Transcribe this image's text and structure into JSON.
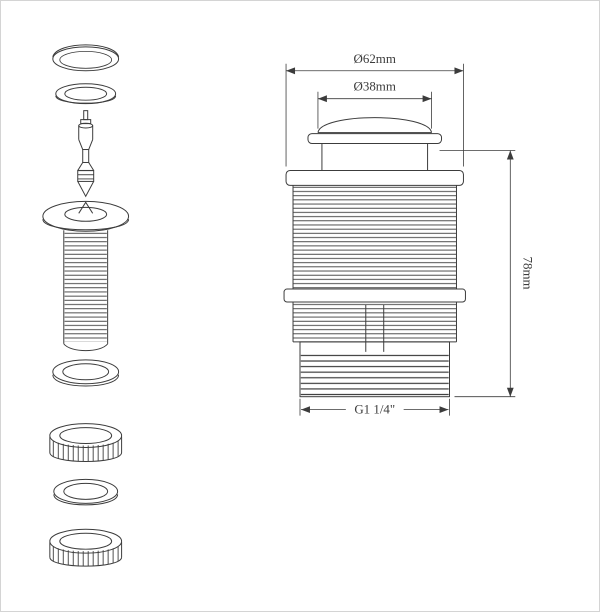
{
  "drawing": {
    "labels": {
      "top_diameter": "Ø62mm",
      "cap_diameter": "Ø38mm",
      "height": "78mm",
      "thread_spec": "G1 1/4\""
    },
    "colors": {
      "line": "#3c3c3c",
      "background": "#ffffff",
      "border": "#d4d4d4"
    }
  }
}
